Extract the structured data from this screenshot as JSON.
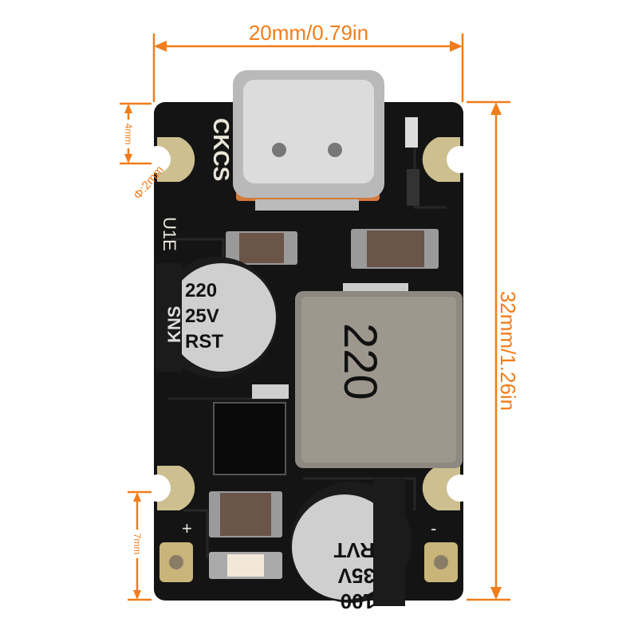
{
  "dimensions": {
    "width_label": "20mm/0.79in",
    "height_label": "32mm/1.26in",
    "top_hole_offset": "4mm",
    "hole_diameter": "Φ:2mm",
    "bottom_hole_offset": "7mm"
  },
  "silkscreen": {
    "brand": "CKCS",
    "ref": "U1E",
    "plus": "+",
    "minus": "-"
  },
  "input_capacitor": {
    "line1": "220",
    "line2": "25V",
    "line3": "RST",
    "brand": "KNS"
  },
  "inductor": {
    "marking": "220"
  },
  "output_capacitor": {
    "line1": "100",
    "line2": "35V",
    "line3": "RVT"
  },
  "colors": {
    "dimension": "#f07d1a",
    "board": "#141414",
    "pad": "#c9b98a"
  }
}
